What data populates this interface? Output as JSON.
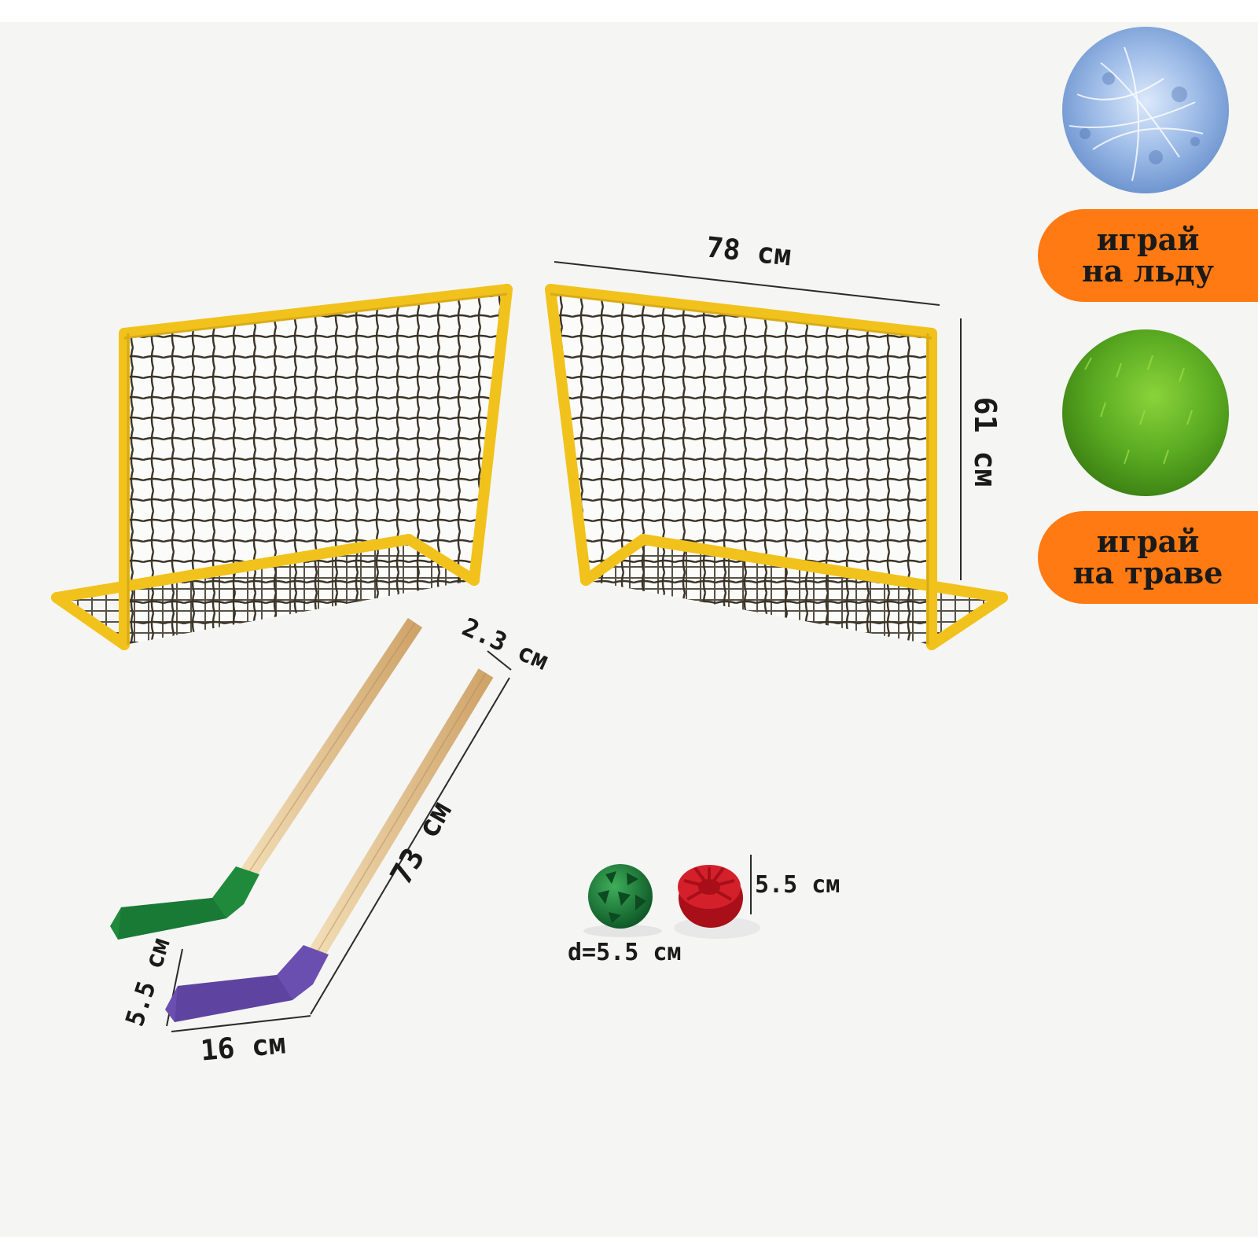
{
  "product": {
    "items": [
      "hockey-goal",
      "hockey-goal",
      "hockey-stick-green",
      "hockey-stick-purple",
      "ball",
      "puck"
    ]
  },
  "dimensions": {
    "goal_width": "78 см",
    "goal_height": "61 см",
    "shaft_thickness": "2.3 см",
    "stick_length": "73 см",
    "blade_height": "5.5 см",
    "blade_length": "16 см",
    "ball_diameter": "d=5.5 см",
    "puck_diameter": "5.5 см"
  },
  "badges": {
    "ice_line1": "играй",
    "ice_line2": "на льду",
    "grass_line1": "играй",
    "grass_line2": "на траве"
  },
  "colors": {
    "frame": "#f2c21c",
    "net": "#3a3326",
    "badge": "#ff7a12",
    "stick_green": "#1f8a3c",
    "stick_purple": "#6b4fb0",
    "ball": "#1c7a3a",
    "puck": "#c8141e",
    "wood": "#e4c898"
  },
  "icons": [
    "ice-texture-icon",
    "grass-texture-icon"
  ]
}
